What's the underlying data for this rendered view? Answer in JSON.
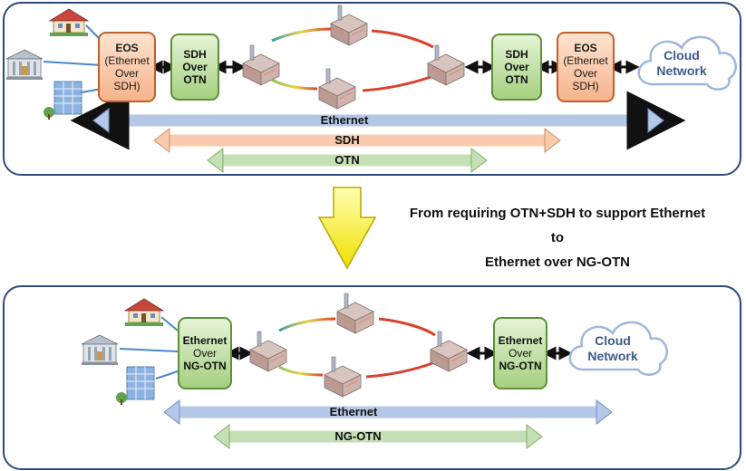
{
  "top": {
    "eos_left": [
      "EOS",
      "(Ethernet",
      "Over",
      "SDH)"
    ],
    "sdh_otn_left": [
      "SDH",
      "Over",
      "OTN"
    ],
    "sdh_otn_right": [
      "SDH",
      "Over",
      "OTN"
    ],
    "eos_right": [
      "EOS",
      "(Ethernet",
      "Over",
      "SDH)"
    ],
    "cloud": [
      "Cloud",
      "Network"
    ],
    "bars": {
      "ethernet": "Ethernet",
      "sdh": "SDH",
      "otn": "OTN"
    }
  },
  "caption": {
    "line1": "From requiring OTN+SDH  to support Ethernet",
    "line2": "to",
    "line3": "Ethernet over NG-OTN"
  },
  "bottom": {
    "left_box": [
      "Ethernet",
      "Over",
      "NG-OTN"
    ],
    "right_box": [
      "Ethernet",
      "Over",
      "NG-OTN"
    ],
    "cloud": [
      "Cloud",
      "Network"
    ],
    "bars": {
      "ethernet": "Ethernet",
      "ngotn": "NG-OTN"
    }
  },
  "icons": [
    "house-icon",
    "bank-icon",
    "office-building-icon",
    "network-node-icon",
    "cloud-icon",
    "down-arrow-icon"
  ],
  "colors": {
    "panel_border": "#2f4b7c",
    "eos_fill": "#f6b48b",
    "green_fill": "#a6d080",
    "ethernet_bar": "#b4c7e7",
    "sdh_bar": "#f8cbad",
    "otn_bar": "#c5e0b4",
    "down_arrow": "#ffff00"
  }
}
